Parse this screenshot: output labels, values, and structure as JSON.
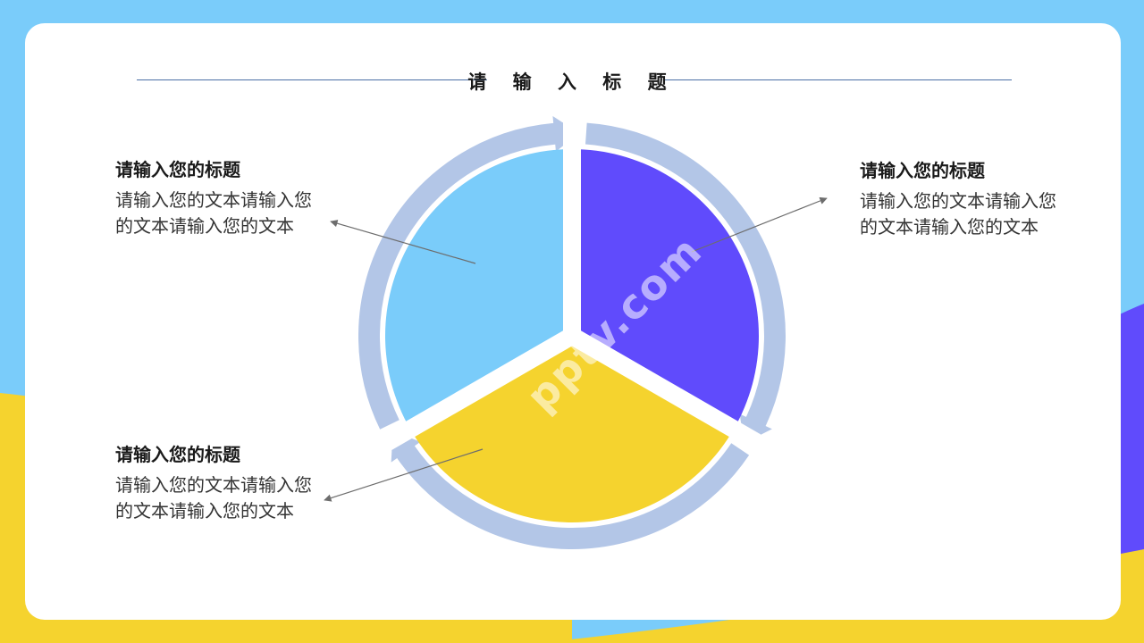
{
  "page": {
    "title": "请 输 入 标 题"
  },
  "colors": {
    "sky": "#7accfa",
    "yellow": "#f5d32e",
    "violet": "#604bfc",
    "ring": "#b3c6e7",
    "line": "#4a6fa5"
  },
  "segments": [
    {
      "name": "light-blue-segment",
      "color": "#7accfa"
    },
    {
      "name": "violet-segment",
      "color": "#604bfc"
    },
    {
      "name": "yellow-segment",
      "color": "#f5d32e"
    }
  ],
  "blocks": [
    {
      "title": "请输入您的标题",
      "text": "请输入您的文本请输入您的文本请输入您的文本"
    },
    {
      "title": "请输入您的标题",
      "text": "请输入您的文本请输入您的文本请输入您的文本"
    },
    {
      "title": "请输入您的标题",
      "text": "请输入您的文本请输入您的文本请输入您的文本"
    }
  ],
  "watermark": "pptv.com"
}
